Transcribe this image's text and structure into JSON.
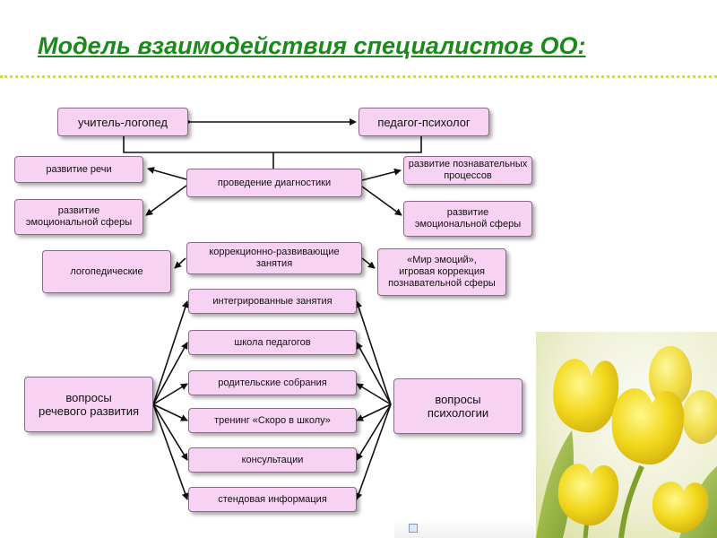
{
  "title": "Модель взаимодействия специалистов ОО:",
  "nodes": {
    "speech_therapist": "учитель-логопед",
    "psychologist": "педагог-психолог",
    "speech_development": "развитие речи",
    "diagnostics": "проведение диагностики",
    "cognitive_development": "развитие познавательных\nпроцессов",
    "emotional_left": "развитие\nэмоциональной сферы",
    "emotional_right": "развитие\nэмоциональной сферы",
    "logopedic": "логопедические",
    "correctional": "коррекционно-развивающие\nзанятия",
    "world_of_emotions": "«Мир эмоций»,\nигровая коррекция\nпознавательной сферы",
    "integrated": "интегрированные занятия",
    "teacher_school": "школа педагогов",
    "parent_meetings": "родительские собрания",
    "training": "тренинг «Скоро в школу»",
    "consultations": "консультации",
    "stand_info": "стендовая информация",
    "speech_questions": "вопросы\nречевого развития",
    "psychology_questions": "вопросы\nпсихологии"
  },
  "colors": {
    "title": "#1b8a1b",
    "rule": "#c6e33a",
    "box_fill": "#f8d2f2",
    "box_border": "#8a6a86",
    "line": "#111111"
  },
  "image": {
    "subject": "yellow tulips photo"
  }
}
